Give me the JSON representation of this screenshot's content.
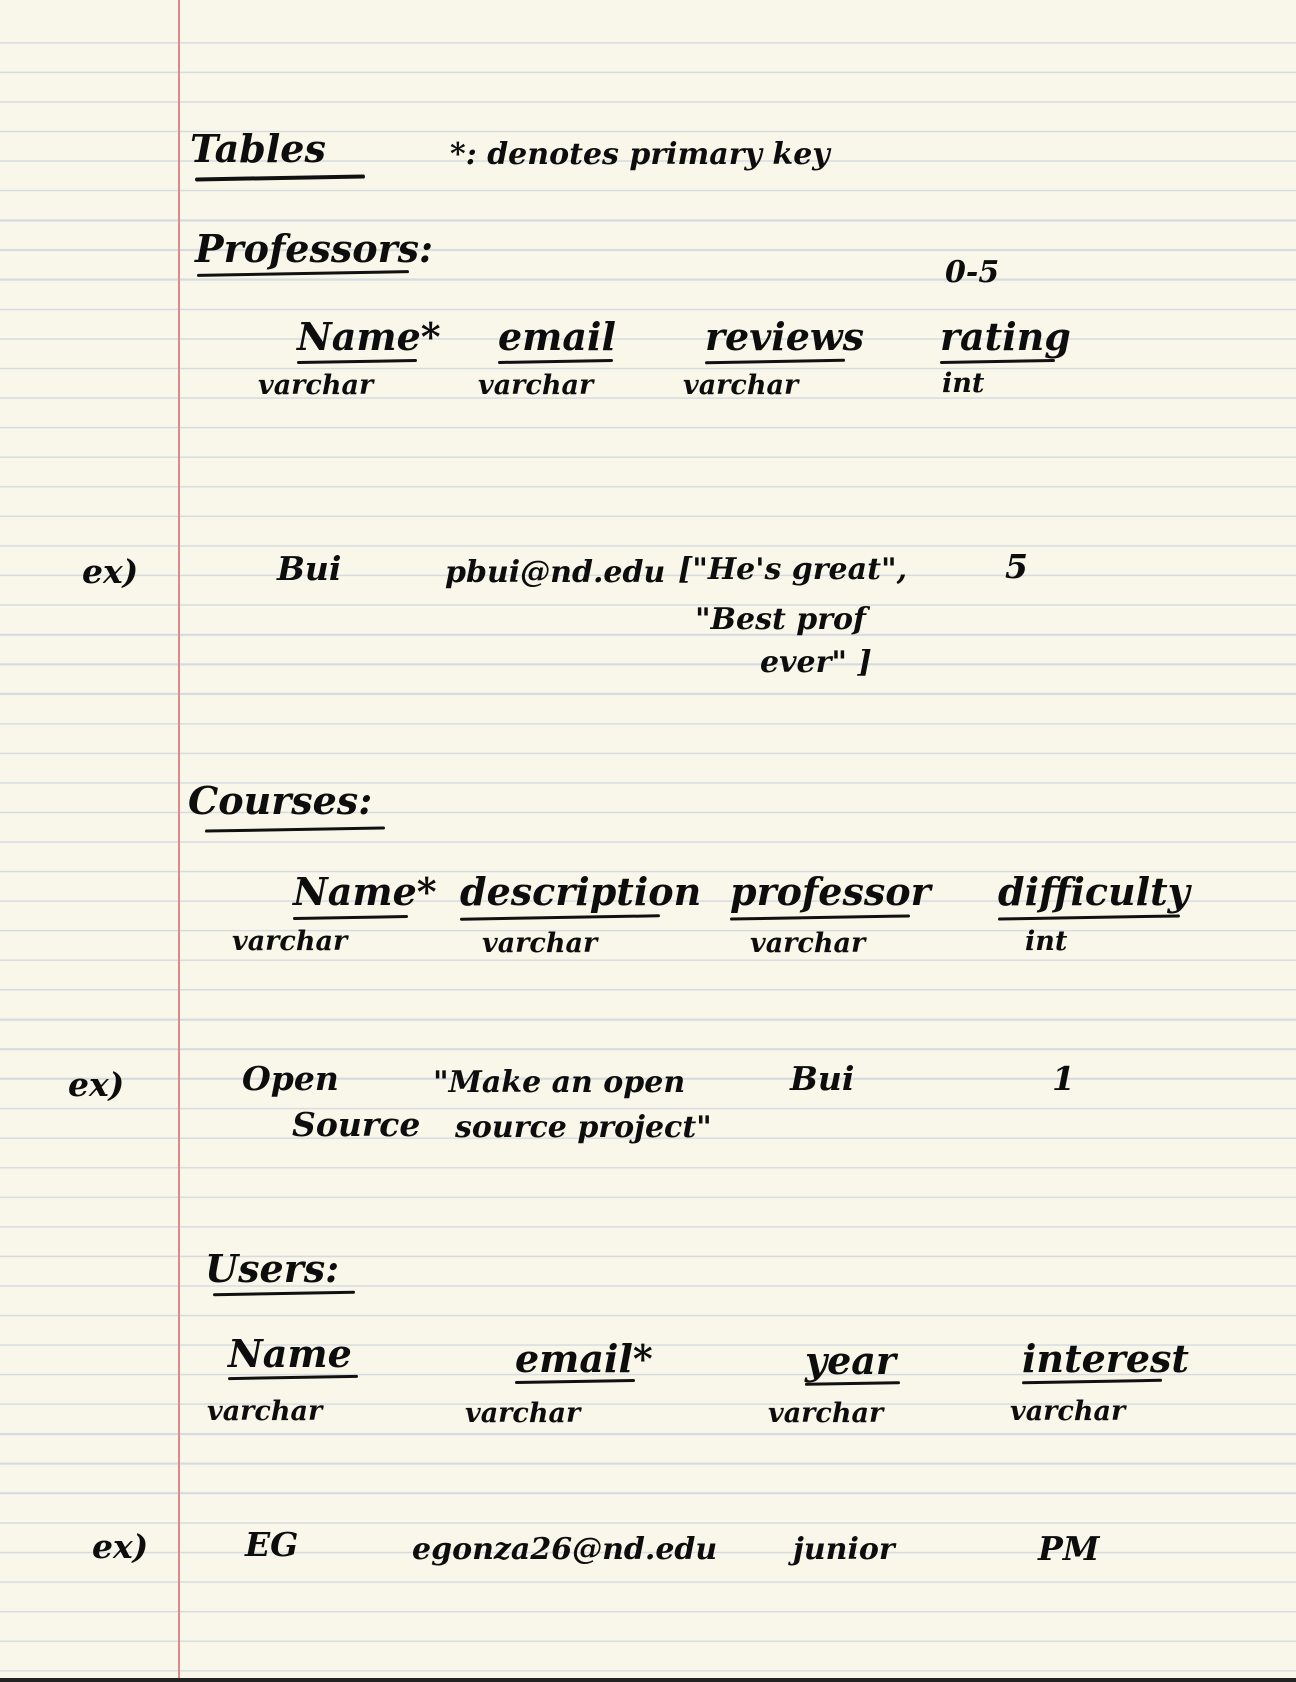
{
  "header": {
    "title": "Tables",
    "legend": "*: denotes primary key"
  },
  "professors": {
    "heading": "Professors:",
    "rating_range": "0-5",
    "columns": [
      {
        "name": "Name*",
        "type": "varchar"
      },
      {
        "name": "email",
        "type": "varchar"
      },
      {
        "name": "reviews",
        "type": "varchar"
      },
      {
        "name": "rating",
        "type": "int"
      }
    ],
    "example": {
      "label": "ex)",
      "name": "Bui",
      "email": "pbui@nd.edu",
      "reviews_line1": "[\"He's great\",",
      "reviews_line2": "\"Best prof",
      "reviews_line3": "ever\" ]",
      "rating": "5"
    }
  },
  "courses": {
    "heading": "Courses:",
    "columns": [
      {
        "name": "Name*",
        "type": "varchar"
      },
      {
        "name": "description",
        "type": "varchar"
      },
      {
        "name": "professor",
        "type": "varchar"
      },
      {
        "name": "difficulty",
        "type": "int"
      }
    ],
    "example": {
      "label": "ex)",
      "name_line1": "Open",
      "name_line2": "Source",
      "description_line1": "\"Make an open",
      "description_line2": "source project\"",
      "professor": "Bui",
      "difficulty": "1"
    }
  },
  "users": {
    "heading": "Users:",
    "columns": [
      {
        "name": "Name",
        "type": "varchar"
      },
      {
        "name": "email*",
        "type": "varchar"
      },
      {
        "name": "year",
        "type": "varchar"
      },
      {
        "name": "interest",
        "type": "varchar"
      }
    ],
    "example": {
      "label": "ex)",
      "name": "EG",
      "email": "egonza26@nd.edu",
      "year": "junior",
      "interest": "PM"
    }
  }
}
